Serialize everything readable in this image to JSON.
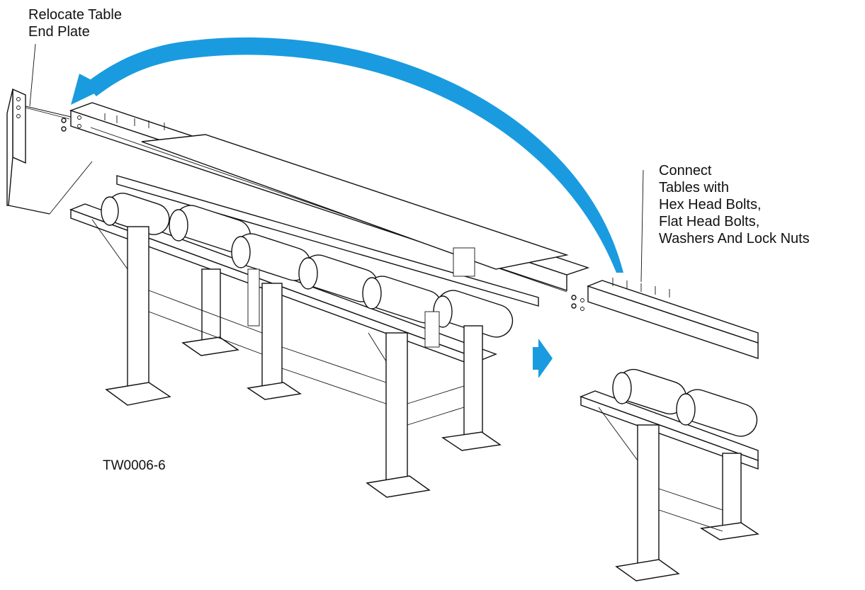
{
  "labels": {
    "relocate": [
      "Relocate Table",
      "End Plate"
    ],
    "connect": [
      "Connect",
      "Tables with",
      "Hex Head Bolts,",
      "Flat Head Bolts,",
      "Washers And Lock Nuts"
    ],
    "figure_id": "TW0006-6"
  },
  "colors": {
    "arrow": "#1a9be0",
    "line": "#111111",
    "background": "#ffffff"
  }
}
